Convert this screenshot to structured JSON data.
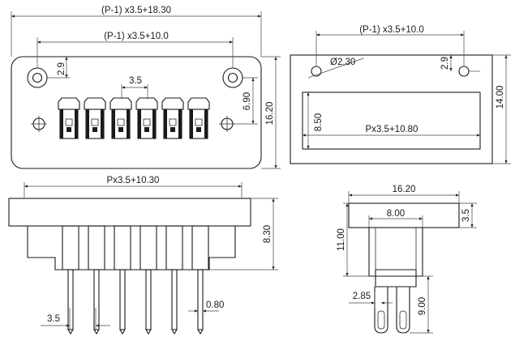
{
  "views": {
    "front": {
      "dims": {
        "overall_width": "(P-1) x3.5+18.30",
        "hole_pitch": "(P-1) x3.5+10.0",
        "hole_offset": "2.9",
        "pin_pitch": "3.5",
        "height": "16.20",
        "hole_to_center": "6.90"
      }
    },
    "rear": {
      "dims": {
        "hole_pitch": "(P-1) x3.5+10.0",
        "hole_diameter": "Ø2.30",
        "hole_offset": "2.9",
        "height": "14.00",
        "window_height": "8.50",
        "window_width": "Px3.5+10.80"
      }
    },
    "bottom": {
      "dims": {
        "flange_width": "Px3.5+10.30",
        "body_height": "8.30",
        "pin_pitch": "3.5",
        "pin_width": "0.80"
      }
    },
    "side": {
      "dims": {
        "flange_width": "16.20",
        "flange_thickness": "3.5",
        "body_width": "8.00",
        "total_height": "11.00",
        "pin_offset": "2.85",
        "pin_length": "9.00"
      }
    }
  }
}
